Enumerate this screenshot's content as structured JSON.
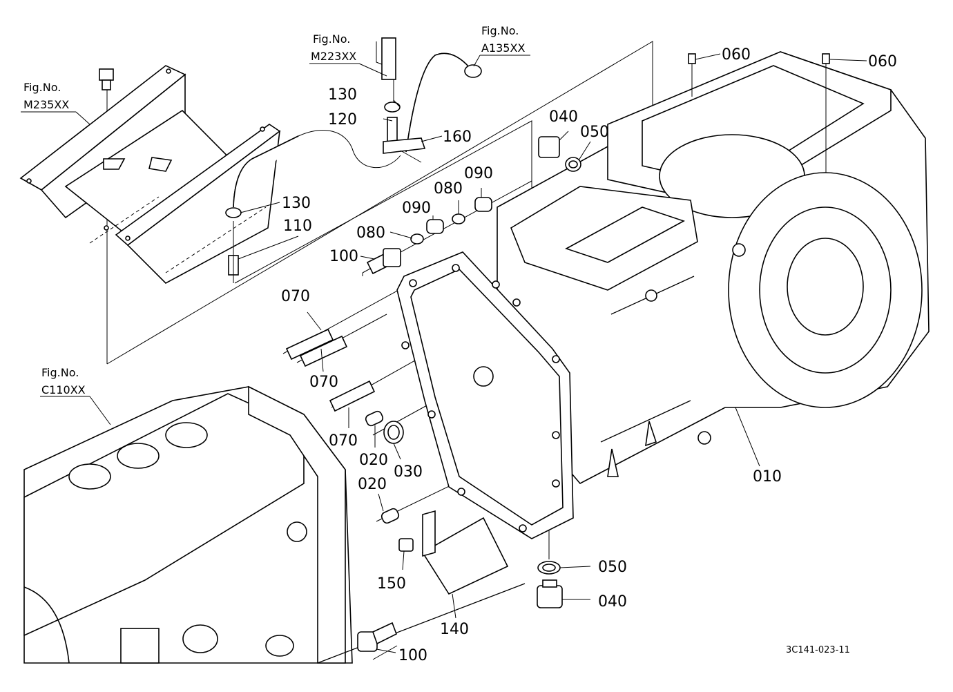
{
  "fig_refs": [
    {
      "id": "m235",
      "prefix": "Fig.No.",
      "code": "M235XX"
    },
    {
      "id": "m223",
      "prefix": "Fig.No.",
      "code": "M223XX"
    },
    {
      "id": "a135",
      "prefix": "Fig.No.",
      "code": "A135XX"
    },
    {
      "id": "c110",
      "prefix": "Fig.No.",
      "code": "C110XX"
    }
  ],
  "callouts": [
    {
      "id": "p060a",
      "label": "060"
    },
    {
      "id": "p060b",
      "label": "060"
    },
    {
      "id": "p040a",
      "label": "040"
    },
    {
      "id": "p050a",
      "label": "050"
    },
    {
      "id": "p130a",
      "label": "130"
    },
    {
      "id": "p120",
      "label": "120"
    },
    {
      "id": "p160",
      "label": "160"
    },
    {
      "id": "p090a",
      "label": "090"
    },
    {
      "id": "p080a",
      "label": "080"
    },
    {
      "id": "p090b",
      "label": "090"
    },
    {
      "id": "p080b",
      "label": "080"
    },
    {
      "id": "p130b",
      "label": "130"
    },
    {
      "id": "p110",
      "label": "110"
    },
    {
      "id": "p100a",
      "label": "100"
    },
    {
      "id": "p070a",
      "label": "070"
    },
    {
      "id": "p070b",
      "label": "070"
    },
    {
      "id": "p070c",
      "label": "070"
    },
    {
      "id": "p020a",
      "label": "020"
    },
    {
      "id": "p030",
      "label": "030"
    },
    {
      "id": "p020b",
      "label": "020"
    },
    {
      "id": "p010",
      "label": "010"
    },
    {
      "id": "p050b",
      "label": "050"
    },
    {
      "id": "p040b",
      "label": "040"
    },
    {
      "id": "p150",
      "label": "150"
    },
    {
      "id": "p140",
      "label": "140"
    },
    {
      "id": "p100b",
      "label": "100"
    }
  ],
  "drawing_code": "3C141-023-11"
}
